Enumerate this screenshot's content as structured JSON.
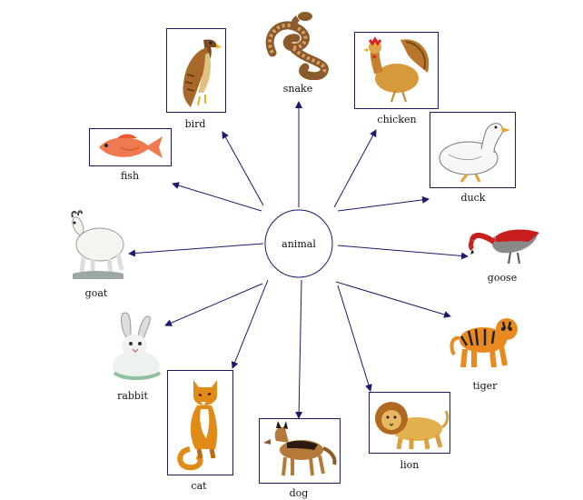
{
  "center": {
    "label": "animal"
  },
  "animals": [
    {
      "id": "snake",
      "label": "snake",
      "icon": "snake-icon"
    },
    {
      "id": "chicken",
      "label": "chicken",
      "icon": "rooster-icon"
    },
    {
      "id": "duck",
      "label": "duck",
      "icon": "duck-icon"
    },
    {
      "id": "goose",
      "label": "goose",
      "icon": "goose-icon"
    },
    {
      "id": "tiger",
      "label": "tiger",
      "icon": "tiger-icon"
    },
    {
      "id": "lion",
      "label": "lion",
      "icon": "lion-icon"
    },
    {
      "id": "dog",
      "label": "dog",
      "icon": "dog-icon"
    },
    {
      "id": "cat",
      "label": "cat",
      "icon": "cat-icon"
    },
    {
      "id": "rabbit",
      "label": "rabbit",
      "icon": "rabbit-icon"
    },
    {
      "id": "goat",
      "label": "goat",
      "icon": "goat-icon"
    },
    {
      "id": "fish",
      "label": "fish",
      "icon": "fish-icon"
    },
    {
      "id": "bird",
      "label": "bird",
      "icon": "hawk-icon"
    }
  ],
  "colors": {
    "connector": "#1a1a6e",
    "box_border": "#1a1a5e"
  }
}
